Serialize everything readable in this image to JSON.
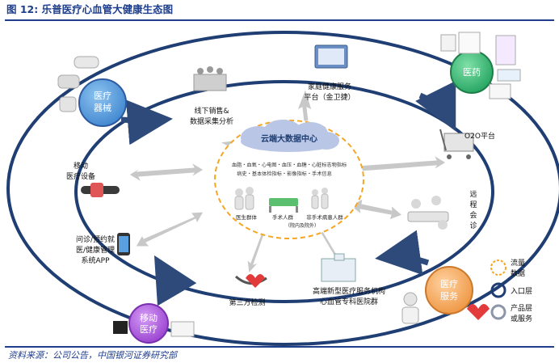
{
  "figure": {
    "title": "图 12:  乐普医疗心血管大健康生态图",
    "source": "资料来源：公司公告，中国银河证券研究部"
  },
  "circles": {
    "device": [
      "医疗",
      "器械"
    ],
    "drug": [
      "医药"
    ],
    "service": [
      "医疗",
      "服务"
    ],
    "mobile": [
      "移动",
      "医疗"
    ]
  },
  "center": {
    "cloud": "云端大数据中心",
    "indicators_line1": "血脂・血氧・心电图・血压・血糖・心脏标志物指标",
    "indicators_line2": "病史・基本体检指标・影像指标・手术信息",
    "group_healthy": "医生群体",
    "group_surgery": "手术人群",
    "group_nonsurgery": "非手术病患人群",
    "group_note": "（院内及院外）"
  },
  "nodes": {
    "family_line1": "家庭健康服务",
    "family_line2": "平台（金卫捷）",
    "offline_line1": "线下销售&",
    "offline_line2": "数据采集分析",
    "o2o": "O2O平台",
    "remote": [
      "远",
      "程",
      "会",
      "诊"
    ],
    "mobile_dev_line1": "移动",
    "mobile_dev_line2": "医疗设备",
    "app_line1": "问诊/预约就",
    "app_line2": "医/健康管理",
    "app_line3": "系统APP",
    "third_party": "第三方检测",
    "hospital_line1": "高端新型医疗服务机构",
    "hospital_line2": "心血管专科医院群"
  },
  "legend": {
    "flow_line1": "流量",
    "flow_line2": "数据",
    "entry": "入口层",
    "product_line1": "产品层",
    "product_line2": "或服务"
  },
  "colors": {
    "title_blue": "#1f3e8c",
    "ring_navy": "#1f3e73",
    "bubble_blue": "#5b9bd5",
    "bubble_green": "#3cb878",
    "bubble_orange": "#f4a460",
    "bubble_purple": "#a35bd1",
    "flow_orange": "#f5a623",
    "arrow_gray": "#c8c8c8"
  }
}
